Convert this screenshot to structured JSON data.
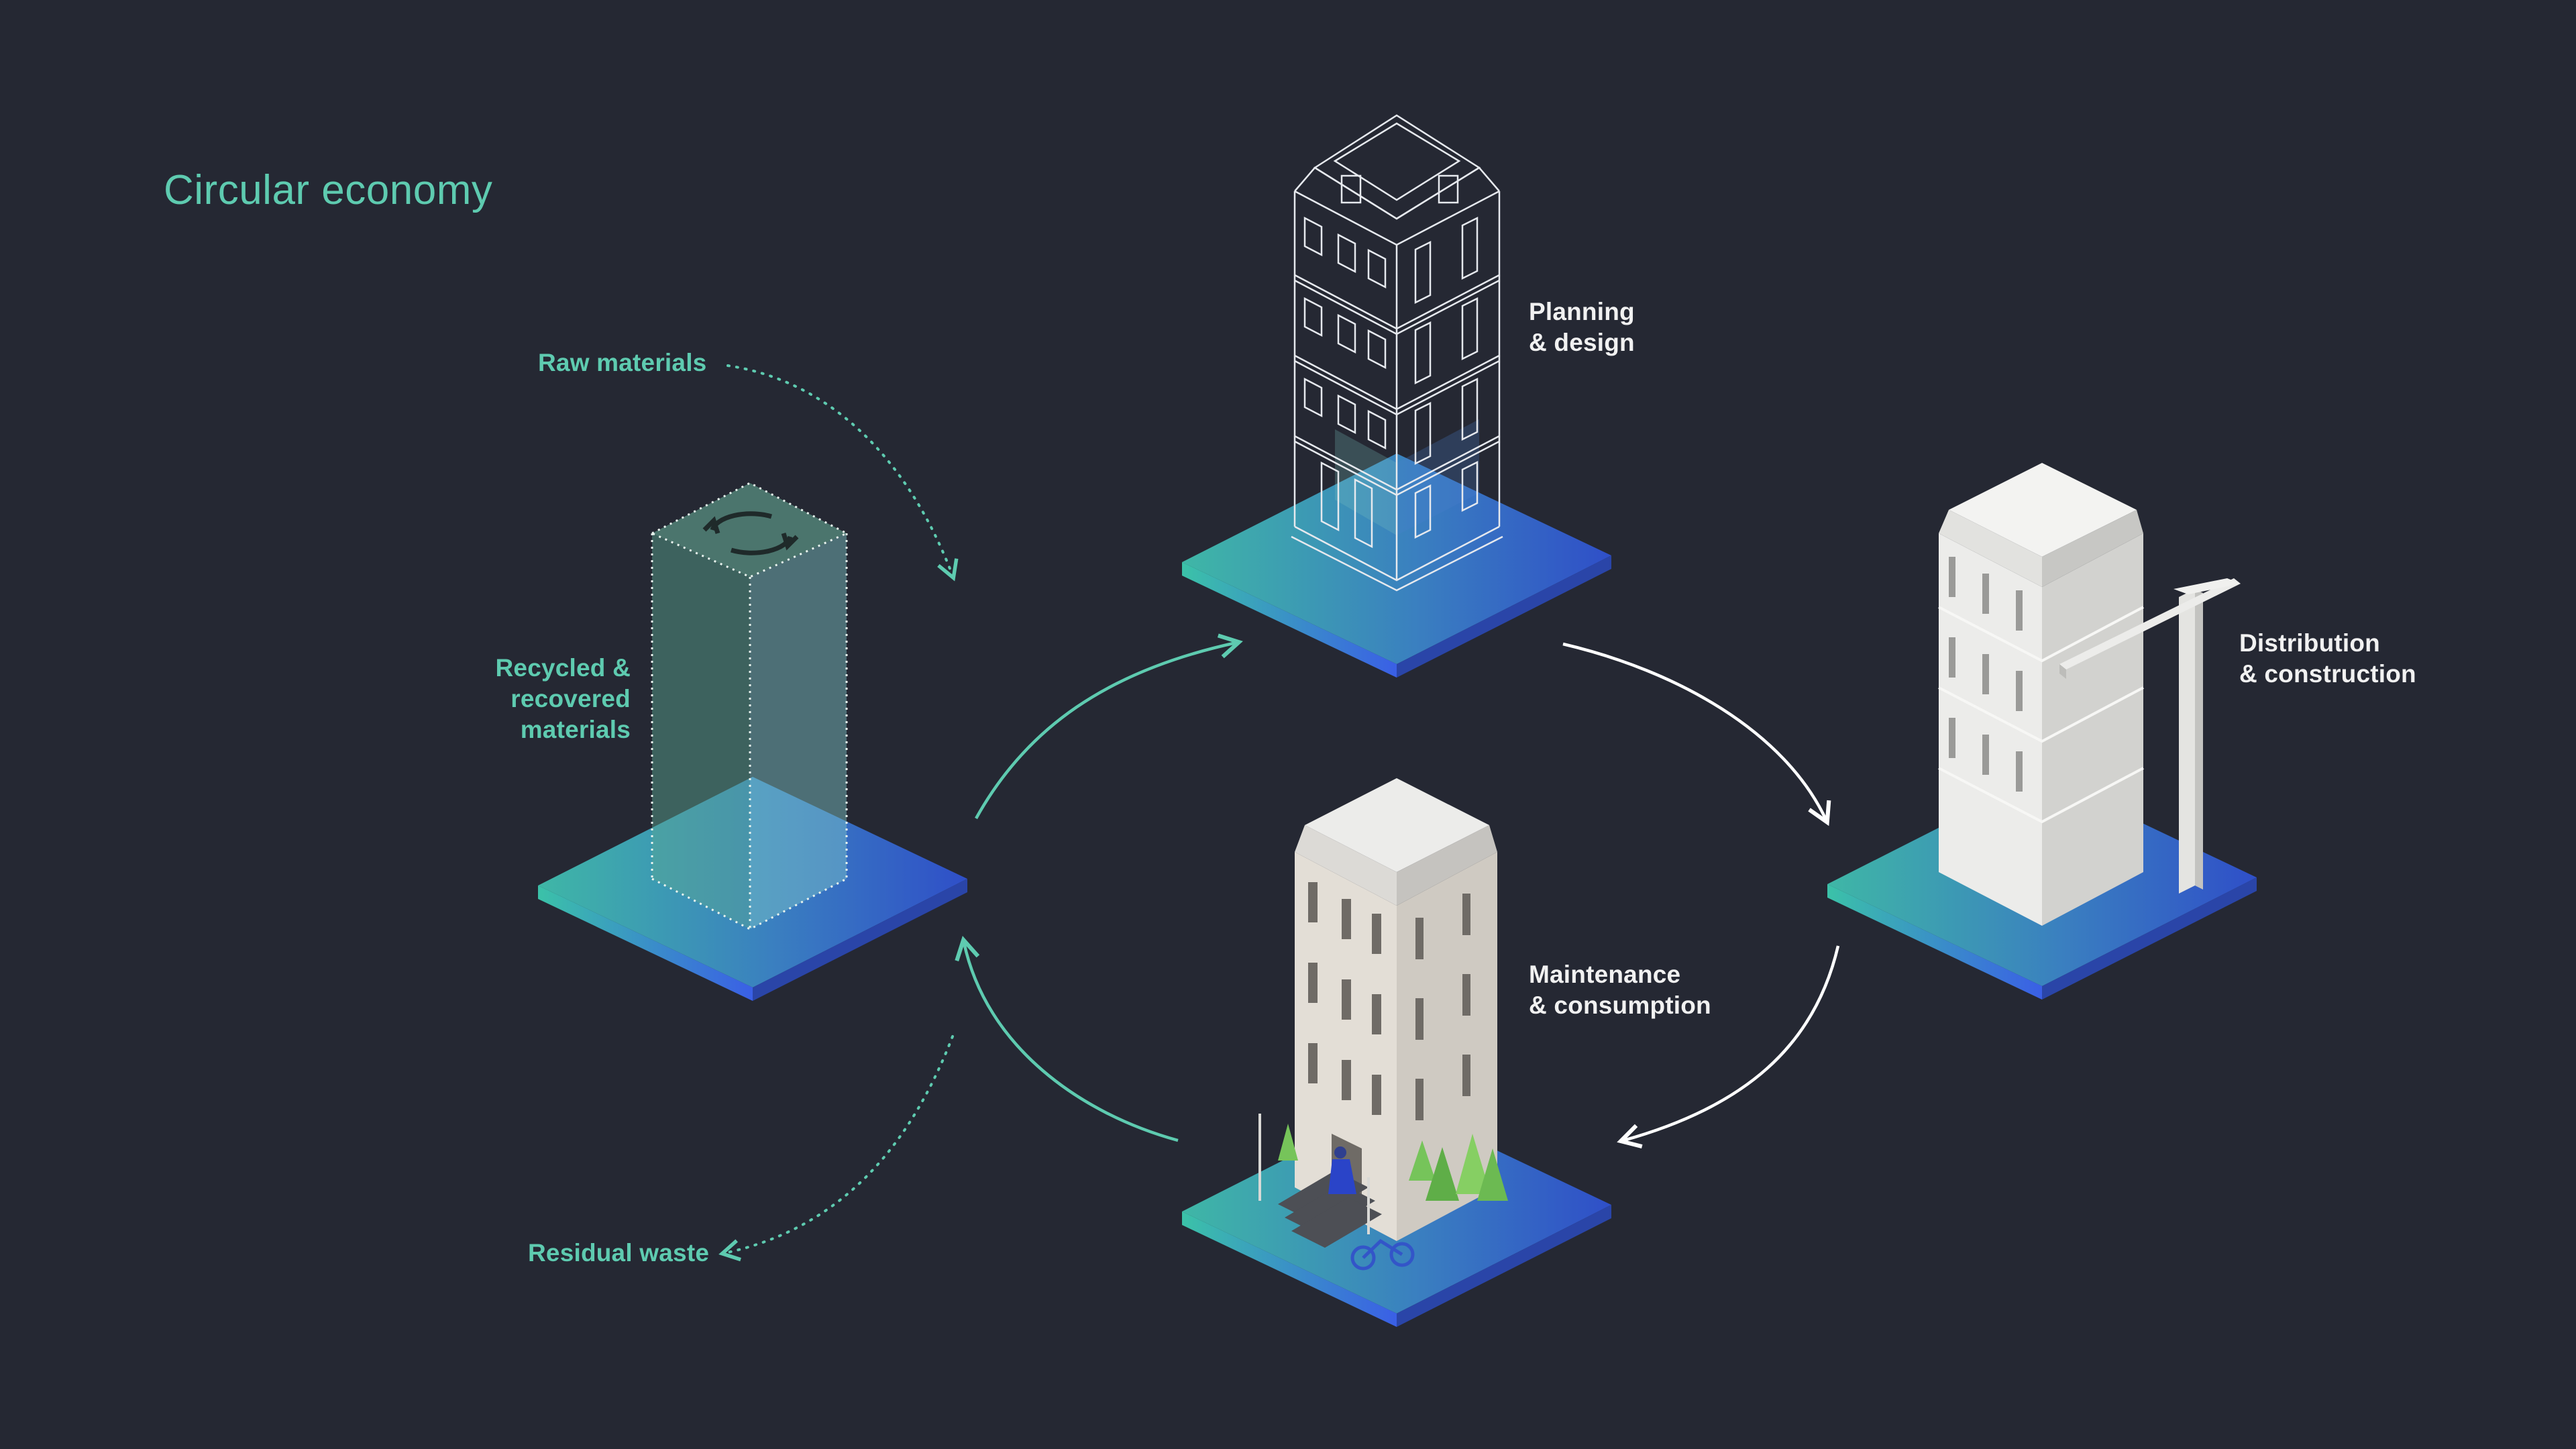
{
  "title": "Circular economy",
  "labels": {
    "raw_materials": "Raw materials",
    "recycled": "Recycled &\nrecovered\nmaterials",
    "residual_waste": "Residual waste",
    "planning": "Planning\n& design",
    "distribution": "Distribution\n& construction",
    "maintenance": "Maintenance\n& consumption"
  },
  "colors": {
    "background": "#252833",
    "accent_teal": "#5ecbb0",
    "tile_blue": "#3a5fd8",
    "arrow_white": "#ffffff"
  }
}
